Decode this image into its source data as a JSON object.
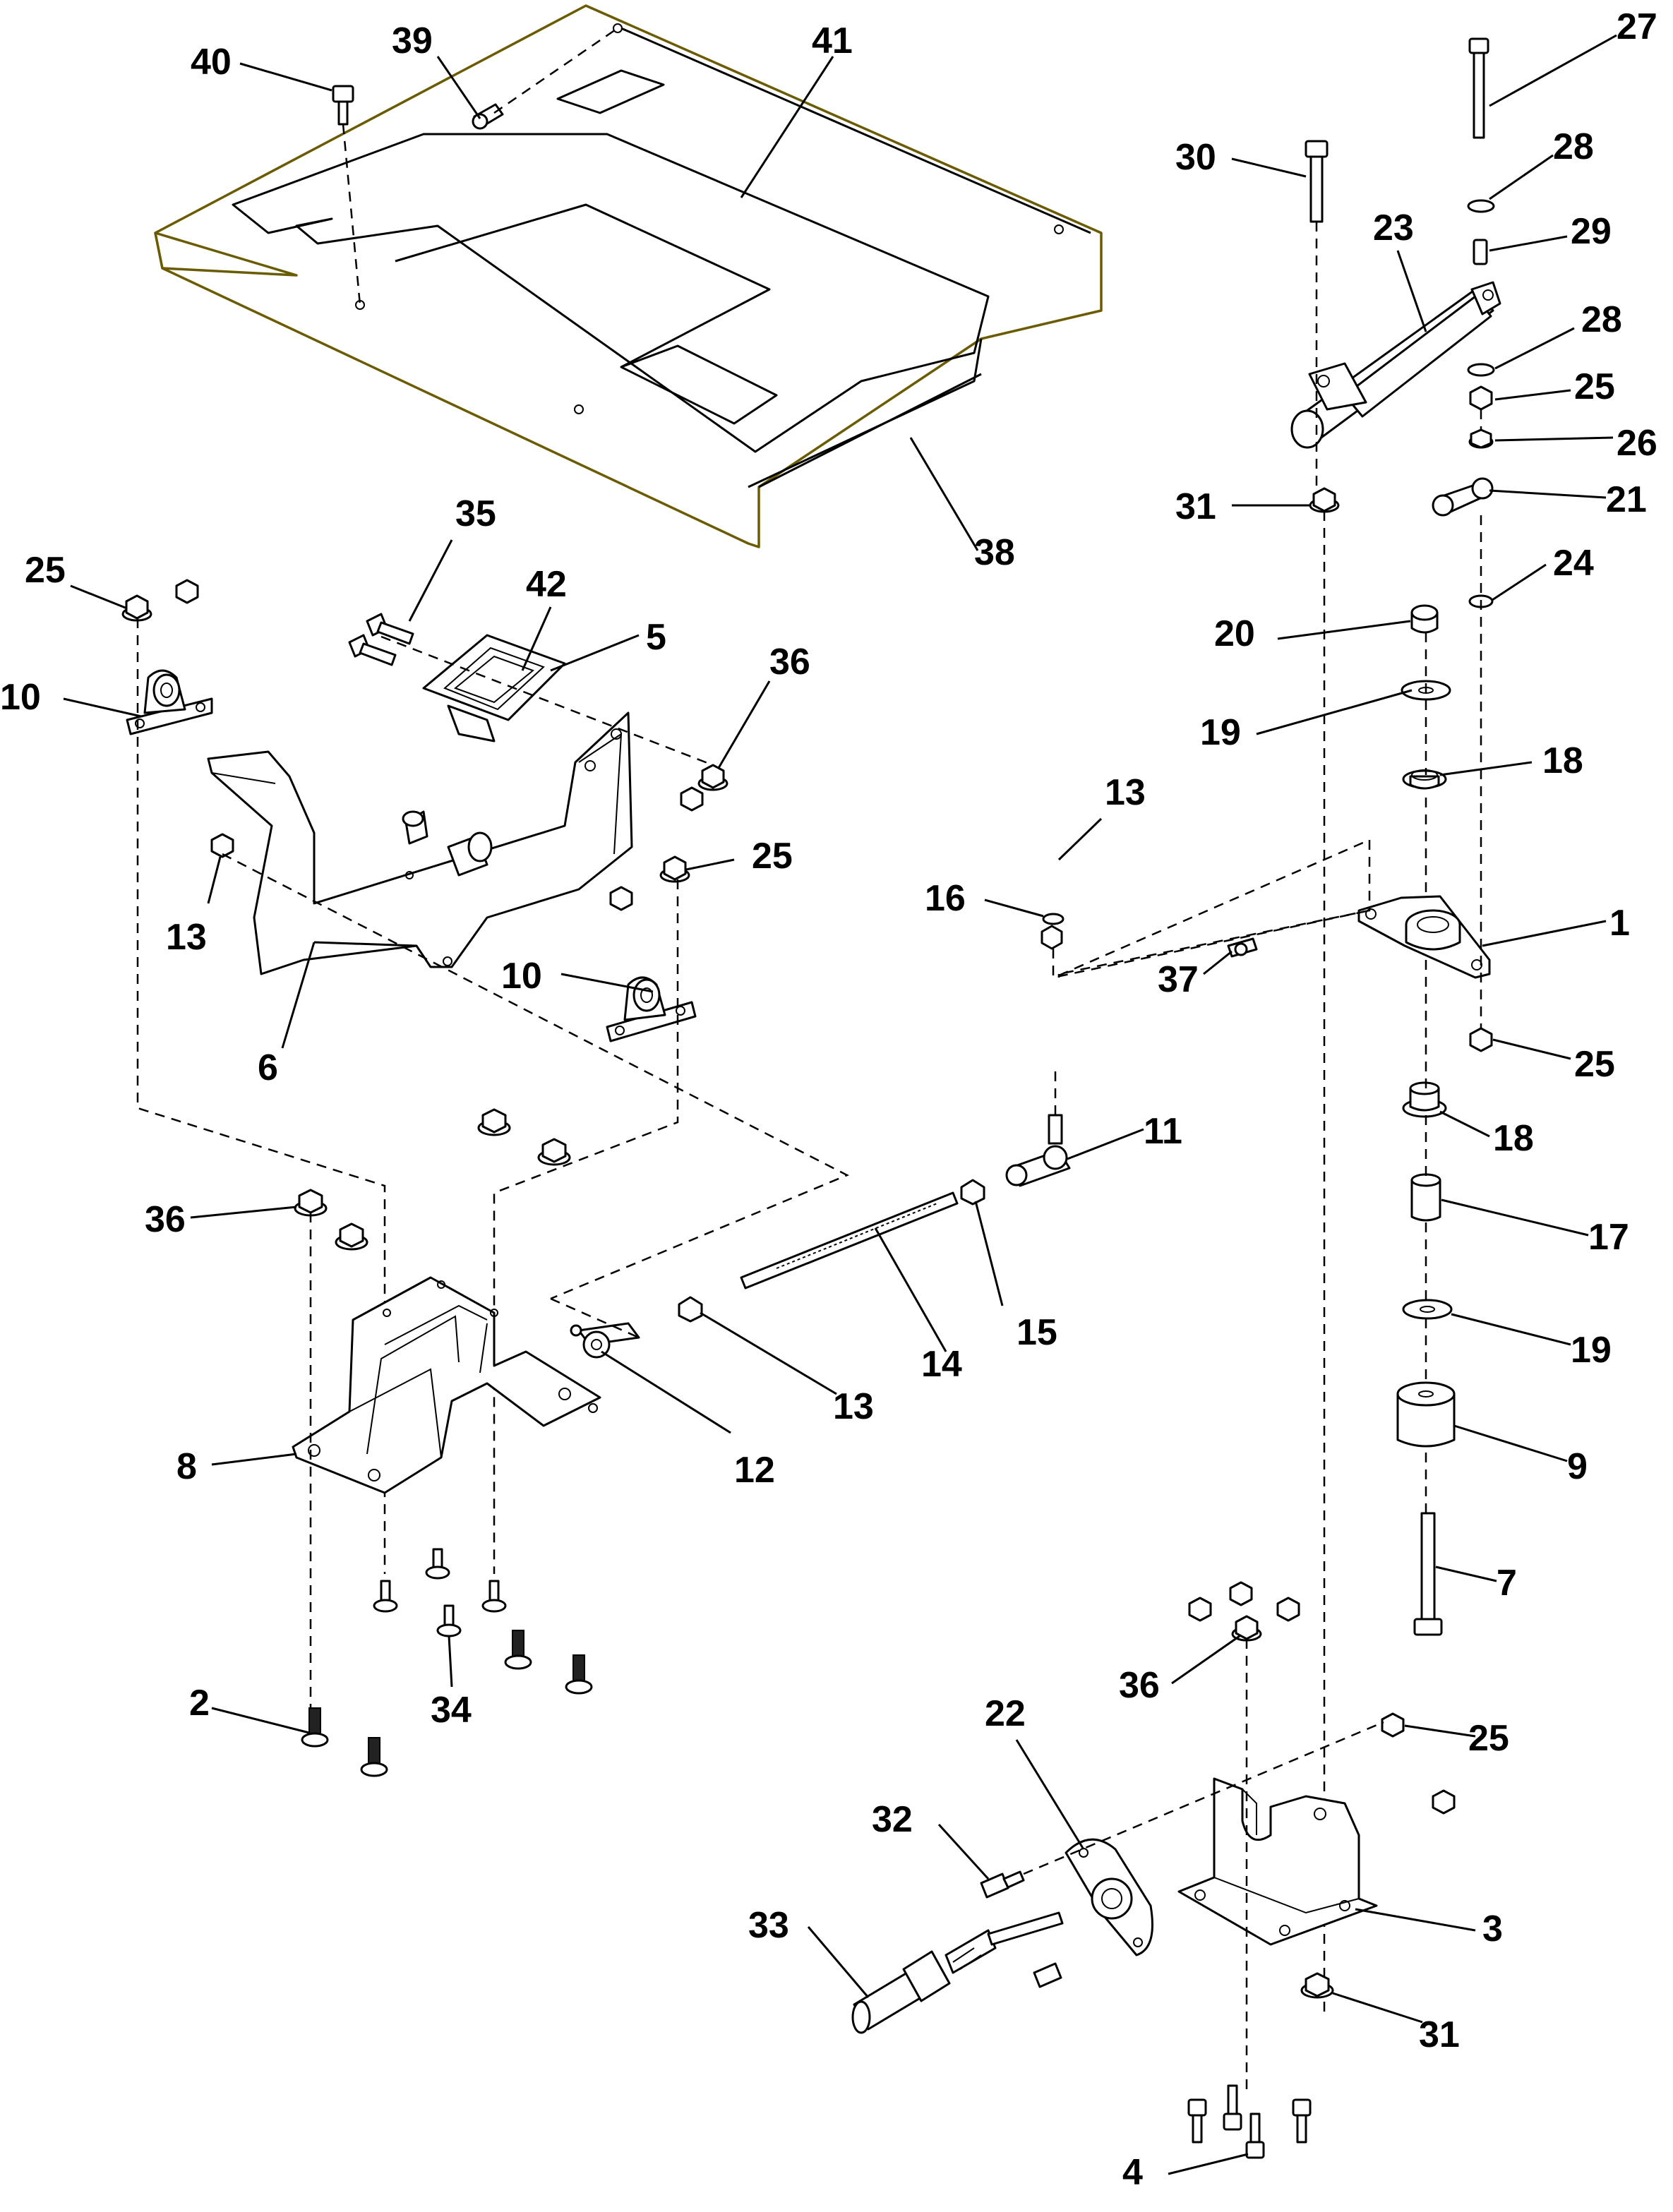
{
  "callouts": [
    {
      "id": "c40",
      "label": "40"
    },
    {
      "id": "c39",
      "label": "39"
    },
    {
      "id": "c41",
      "label": "41"
    },
    {
      "id": "c27",
      "label": "27"
    },
    {
      "id": "c30",
      "label": "30"
    },
    {
      "id": "c28a",
      "label": "28"
    },
    {
      "id": "c23",
      "label": "23"
    },
    {
      "id": "c29",
      "label": "29"
    },
    {
      "id": "c28b",
      "label": "28"
    },
    {
      "id": "c25a",
      "label": "25"
    },
    {
      "id": "c26",
      "label": "26"
    },
    {
      "id": "c31a",
      "label": "31"
    },
    {
      "id": "c21",
      "label": "21"
    },
    {
      "id": "c38",
      "label": "38"
    },
    {
      "id": "c35",
      "label": "35"
    },
    {
      "id": "c25b",
      "label": "25"
    },
    {
      "id": "c42",
      "label": "42"
    },
    {
      "id": "c5",
      "label": "5"
    },
    {
      "id": "c24",
      "label": "24"
    },
    {
      "id": "c20",
      "label": "20"
    },
    {
      "id": "c10a",
      "label": "10"
    },
    {
      "id": "c36a",
      "label": "36"
    },
    {
      "id": "c19a",
      "label": "19"
    },
    {
      "id": "c18a",
      "label": "18"
    },
    {
      "id": "c13a",
      "label": "13"
    },
    {
      "id": "c25c",
      "label": "25"
    },
    {
      "id": "c16",
      "label": "16"
    },
    {
      "id": "c1",
      "label": "1"
    },
    {
      "id": "c13b",
      "label": "13"
    },
    {
      "id": "c37",
      "label": "37"
    },
    {
      "id": "c10b",
      "label": "10"
    },
    {
      "id": "c6",
      "label": "6"
    },
    {
      "id": "c25d",
      "label": "25"
    },
    {
      "id": "c18b",
      "label": "18"
    },
    {
      "id": "c11",
      "label": "11"
    },
    {
      "id": "c36b",
      "label": "36"
    },
    {
      "id": "c17",
      "label": "17"
    },
    {
      "id": "c15",
      "label": "15"
    },
    {
      "id": "c14",
      "label": "14"
    },
    {
      "id": "c19b",
      "label": "19"
    },
    {
      "id": "c13c",
      "label": "13"
    },
    {
      "id": "c8",
      "label": "8"
    },
    {
      "id": "c12",
      "label": "12"
    },
    {
      "id": "c9",
      "label": "9"
    },
    {
      "id": "c7",
      "label": "7"
    },
    {
      "id": "c34",
      "label": "34"
    },
    {
      "id": "c36c",
      "label": "36"
    },
    {
      "id": "c2",
      "label": "2"
    },
    {
      "id": "c22",
      "label": "22"
    },
    {
      "id": "c25e",
      "label": "25"
    },
    {
      "id": "c32",
      "label": "32"
    },
    {
      "id": "c33",
      "label": "33"
    },
    {
      "id": "c3",
      "label": "3"
    },
    {
      "id": "c31b",
      "label": "31"
    },
    {
      "id": "c4",
      "label": "4"
    }
  ]
}
